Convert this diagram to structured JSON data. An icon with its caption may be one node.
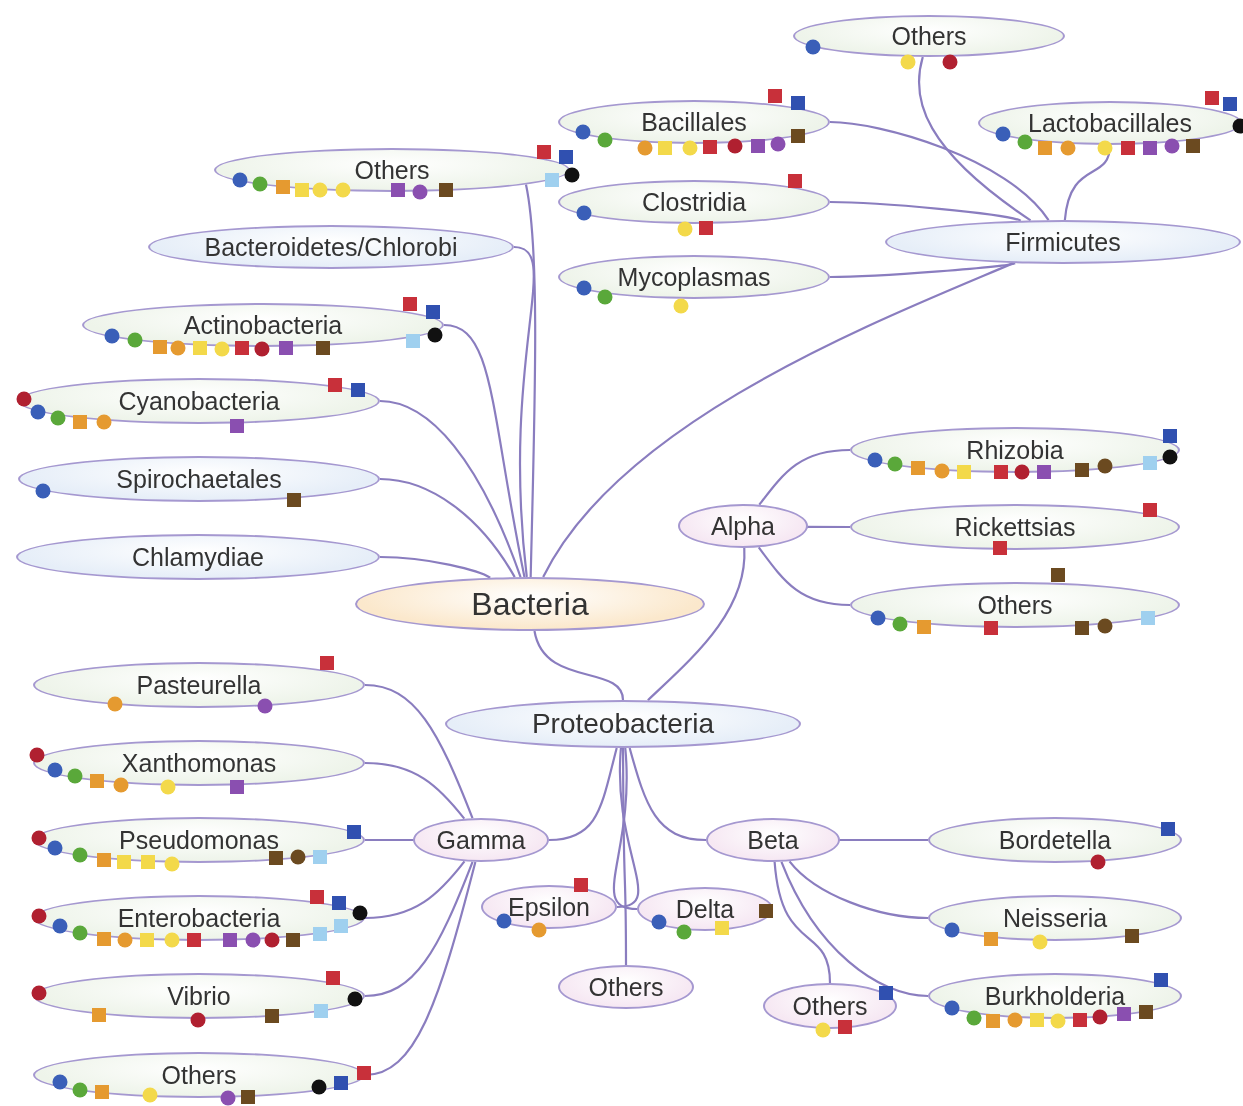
{
  "diagram": {
    "nodes": [
      {
        "text": [
          "Others"
        ]
      },
      {
        "text": [
          "Bacillales"
        ]
      },
      {
        "text": [
          "Lactobacillales"
        ]
      },
      {
        "text": [
          "Others"
        ]
      },
      {
        "text": [
          "Clostridia"
        ]
      },
      {
        "text": [
          "Firmicutes"
        ]
      },
      {
        "text": [
          "Bacteroidetes/Chlorobi"
        ]
      },
      {
        "text": [
          "Mycoplasmas"
        ]
      },
      {
        "text": [
          "Actinobacteria"
        ]
      },
      {
        "text": [
          "Cyanobacteria"
        ]
      },
      {
        "text": [
          "Rhizobia"
        ]
      },
      {
        "text": [
          "Spirochaetales"
        ]
      },
      {
        "text": [
          "Alpha"
        ]
      },
      {
        "text": [
          "Rickettsias"
        ]
      },
      {
        "text": [
          "Chlamydiae"
        ]
      },
      {
        "text": [
          "Bacteria"
        ]
      },
      {
        "text": [
          "Others"
        ]
      },
      {
        "text": [
          "Pasteurella"
        ]
      },
      {
        "text": [
          "Proteobacteria"
        ]
      },
      {
        "text": [
          "Xanthomonas"
        ]
      },
      {
        "text": [
          "Pseudomonas"
        ]
      },
      {
        "text": [
          "Gamma"
        ]
      },
      {
        "text": [
          "Beta"
        ]
      },
      {
        "text": [
          "Bordetella"
        ]
      },
      {
        "text": [
          "Enterobacteria"
        ]
      },
      {
        "text": [
          "Epsilon"
        ]
      },
      {
        "text": [
          "Delta"
        ]
      },
      {
        "text": [
          "Neisseria"
        ]
      },
      {
        "text": [
          "Others"
        ]
      },
      {
        "text": [
          "Vibrio"
        ]
      },
      {
        "text": [
          "Others"
        ]
      },
      {
        "text": [
          "Burkholderia"
        ]
      },
      {
        "text": [
          "Others"
        ]
      }
    ],
    "edges": [
      {
        "from": 15,
        "to": 3,
        "arrow": "none"
      },
      {
        "from": 15,
        "to": 6,
        "arrow": "none"
      },
      {
        "from": 15,
        "to": 8,
        "arrow": "none"
      },
      {
        "from": 15,
        "to": 9,
        "arrow": "none"
      },
      {
        "from": 15,
        "to": 11,
        "arrow": "none"
      },
      {
        "from": 15,
        "to": 14,
        "arrow": "none"
      },
      {
        "from": 15,
        "to": 5,
        "arrow": "none"
      },
      {
        "from": 15,
        "to": 18,
        "arrow": "none"
      },
      {
        "from": 5,
        "to": 0,
        "arrow": "none"
      },
      {
        "from": 5,
        "to": 1,
        "arrow": "none"
      },
      {
        "from": 5,
        "to": 2,
        "arrow": "none"
      },
      {
        "from": 5,
        "to": 4,
        "arrow": "none"
      },
      {
        "from": 5,
        "to": 7,
        "arrow": "none"
      },
      {
        "from": 18,
        "to": 12,
        "arrow": "none"
      },
      {
        "from": 18,
        "to": 21,
        "arrow": "none"
      },
      {
        "from": 18,
        "to": 22,
        "arrow": "none"
      },
      {
        "from": 18,
        "to": 25,
        "arrow": "none"
      },
      {
        "from": 18,
        "to": 26,
        "arrow": "none"
      },
      {
        "from": 18,
        "to": 28,
        "arrow": "none"
      },
      {
        "from": 12,
        "to": 10,
        "arrow": "none"
      },
      {
        "from": 12,
        "to": 13,
        "arrow": "none"
      },
      {
        "from": 12,
        "to": 16,
        "arrow": "none"
      },
      {
        "from": 21,
        "to": 17,
        "arrow": "none"
      },
      {
        "from": 21,
        "to": 19,
        "arrow": "none"
      },
      {
        "from": 21,
        "to": 20,
        "arrow": "none"
      },
      {
        "from": 21,
        "to": 24,
        "arrow": "none"
      },
      {
        "from": 21,
        "to": 29,
        "arrow": "none"
      },
      {
        "from": 21,
        "to": 32,
        "arrow": "none"
      },
      {
        "from": 22,
        "to": 23,
        "arrow": "none"
      },
      {
        "from": 22,
        "to": 27,
        "arrow": "none"
      },
      {
        "from": 22,
        "to": 31,
        "arrow": "none"
      },
      {
        "from": 22,
        "to": 30,
        "arrow": "none"
      }
    ]
  }
}
